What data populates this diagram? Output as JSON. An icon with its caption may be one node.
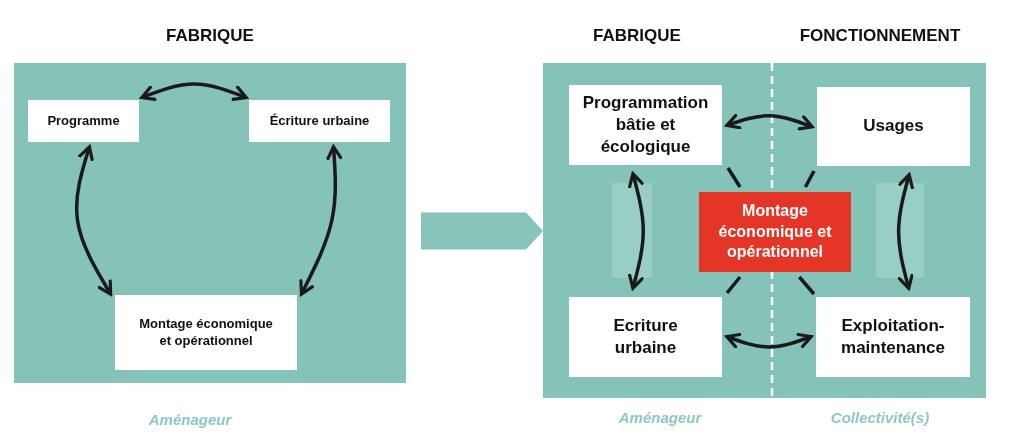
{
  "diagram": {
    "nodes": [
      {
        "text": [
          "FABRIQUE"
        ],
        "beside": [
          "Aménageur"
        ]
      },
      {
        "text": [
          "Programme"
        ],
        "in": 0
      },
      {
        "text": [
          "Écriture urbaine"
        ],
        "in": 0
      },
      {
        "text": [
          "Montage économique et opérationnel"
        ],
        "in": 0
      },
      {
        "text": [
          "FABRIQUE",
          "FONCTIONNEMENT"
        ],
        "beside": [
          "Aménageur",
          "Collectivité(s)"
        ]
      },
      {
        "text": [
          "Programmation bâtie et écologique"
        ],
        "in": 4
      },
      {
        "text": [
          "Usages"
        ],
        "in": 4
      },
      {
        "text": [
          "Montage économique et opérationnel"
        ],
        "in": 4
      },
      {
        "text": [
          "Ecriture urbaine"
        ],
        "in": 4
      },
      {
        "text": [
          "Exploitation-maintenance"
        ],
        "in": 4
      }
    ],
    "edges": [
      {
        "from": 1,
        "to": 2,
        "arrow": "both"
      },
      {
        "from": 1,
        "to": 3,
        "arrow": "both"
      },
      {
        "from": 2,
        "to": 3,
        "arrow": "both"
      },
      {
        "from": 5,
        "to": 6,
        "arrow": "both"
      },
      {
        "from": 5,
        "to": 8,
        "arrow": "both"
      },
      {
        "from": 6,
        "to": 9,
        "arrow": "both"
      },
      {
        "from": 8,
        "to": 9,
        "arrow": "both"
      },
      {
        "from": 7,
        "to": 5,
        "arrow": "none"
      },
      {
        "from": 7,
        "to": 6,
        "arrow": "none"
      },
      {
        "from": 7,
        "to": 8,
        "arrow": "none"
      },
      {
        "from": 7,
        "to": 9,
        "arrow": "none"
      },
      {
        "from": 0,
        "to": 4,
        "arrow": "to",
        "style": "thick",
        "color": "#86c4b9"
      }
    ]
  }
}
